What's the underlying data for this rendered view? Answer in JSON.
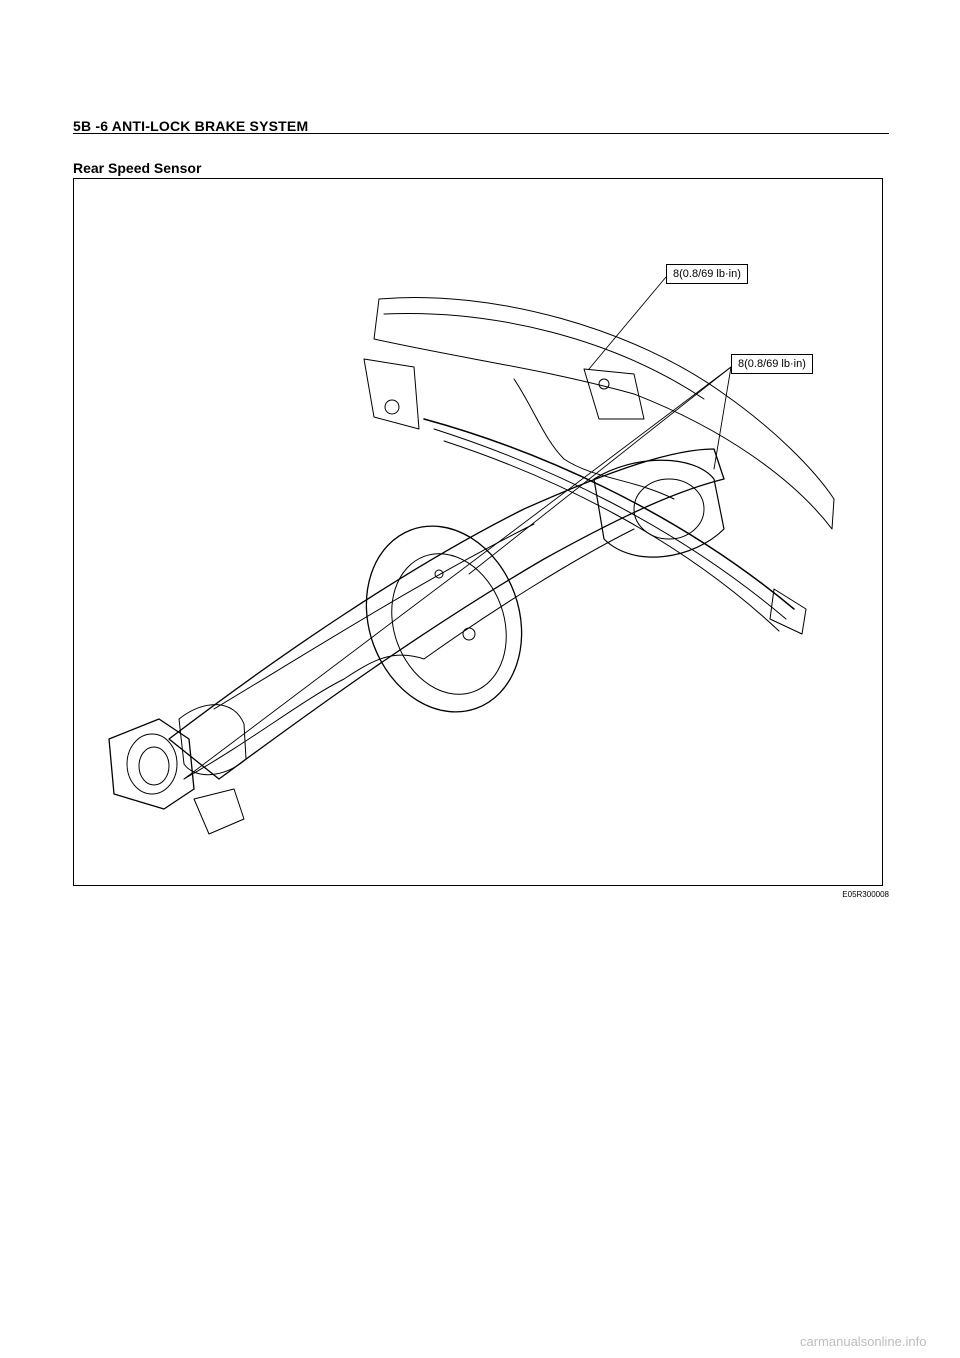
{
  "header": {
    "title": "5B -6  ANTI-LOCK BRAKE SYSTEM"
  },
  "section": {
    "title": "Rear Speed Sensor"
  },
  "figure": {
    "callouts": [
      "8(0.8/69 lb·in)",
      "8(0.8/69 lb·in)"
    ],
    "code": "E05R300008"
  },
  "watermark": "carmanualsonline.info"
}
